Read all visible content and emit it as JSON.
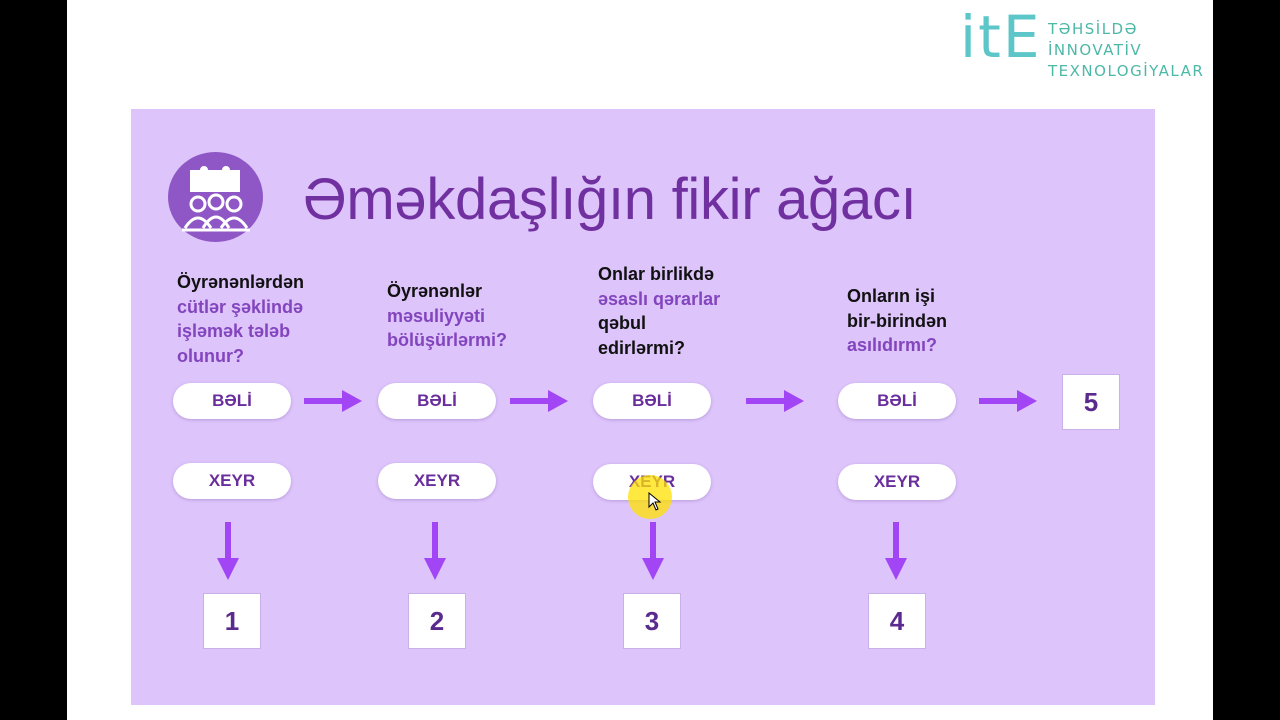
{
  "logo": {
    "brand": "itE",
    "lines": [
      "TƏHSİLDƏ",
      "İNNOVATİV",
      "TEXNOLOGİYALAR"
    ]
  },
  "slide": {
    "title": "Əməkdaşlığın  fikir ağacı",
    "emblem_icon": "teamwork-puzzle-icon"
  },
  "questions": [
    {
      "line1": "Öyrənənlərdən",
      "line2": "cütlər şəklində",
      "line3": "işləmək tələb",
      "line4": "olunur?"
    },
    {
      "line1": "Öyrənənlər",
      "line2": "məsuliyyəti",
      "line3": "bölüşürlərmi?"
    },
    {
      "line1": "Onlar birlikdə",
      "line2": "əsaslı qərarlar",
      "line3": "qəbul",
      "line4": "edirlərmi?"
    },
    {
      "line1": "Onların işi",
      "line2": "bir-birindən",
      "line3": "asılıdırmı?"
    }
  ],
  "yes_labels": [
    "BƏLİ",
    "BƏLİ",
    "BƏLİ",
    "BƏLİ"
  ],
  "no_labels": [
    "XEYR",
    "XEYR",
    "XEYR",
    "XEYR"
  ],
  "results": [
    "1",
    "2",
    "3",
    "4",
    "5"
  ],
  "colors": {
    "slide_bg": "#ddc4fb",
    "title": "#7030a0",
    "arrow": "#a245f5",
    "emblem": "#8f57c6",
    "cursor_highlight": "#ffe200"
  }
}
